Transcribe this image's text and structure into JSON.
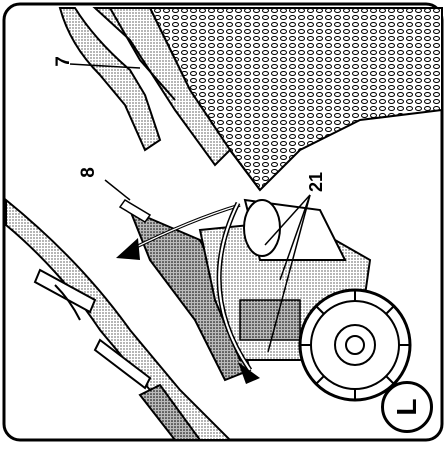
{
  "labels": {
    "part_7": "7",
    "part_8": "8",
    "part_21": "21",
    "step": "L"
  }
}
